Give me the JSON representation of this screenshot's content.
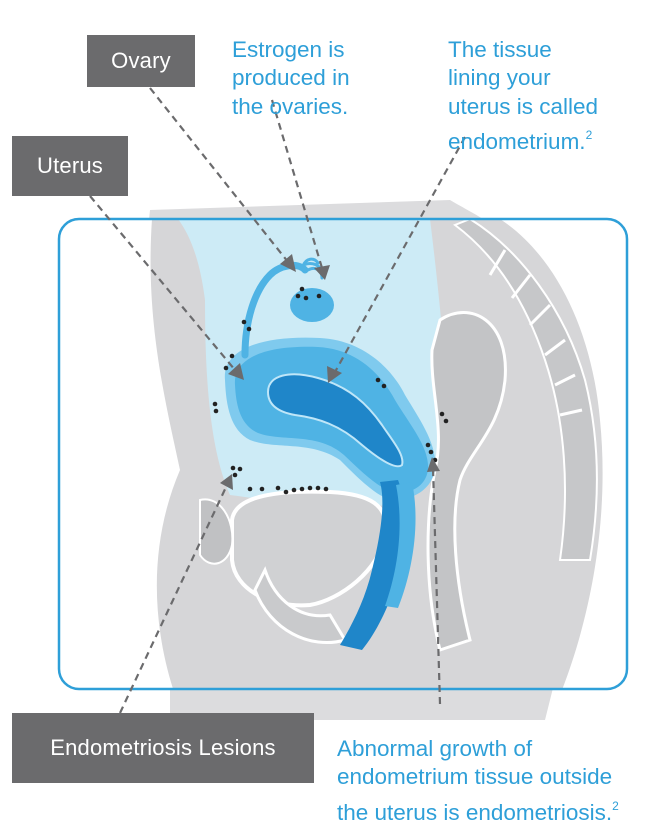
{
  "labels": {
    "ovary": "Ovary",
    "uterus": "Uterus",
    "lesions": "Endometriosis Lesions"
  },
  "notes": {
    "estrogen": "Estrogen is\nproduced in\nthe ovaries.",
    "tissue": "The tissue\nlining your\nuterus is called\nendometrium.",
    "tissue_ref": "2",
    "abnormal": "Abnormal growth of\nendometrium tissue outside\nthe uterus is endometriosis.",
    "abnormal_ref": "2"
  },
  "colors": {
    "label_box": "#6b6b6d",
    "note_text": "#2e9fd8",
    "frame": "#2e9fd8",
    "pelvic_cavity": "#cdebf6",
    "uterus_light": "#5ab8e6",
    "uterus_dark": "#2a8fcf",
    "organ_gray": "#cfd0d2",
    "lesion_dot": "#222222"
  }
}
